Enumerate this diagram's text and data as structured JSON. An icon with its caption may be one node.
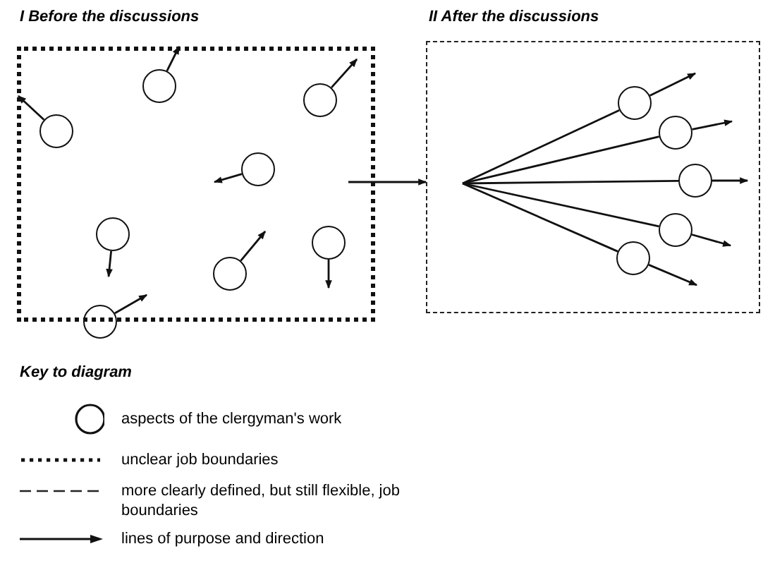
{
  "diagram": {
    "nodes": [
      {
        "text": [
          "I Before the discussions"
        ]
      },
      {
        "text": [],
        "shape": "circle",
        "in": 0
      },
      {
        "text": [],
        "shape": "circle",
        "in": 0
      },
      {
        "text": [],
        "shape": "circle",
        "in": 0
      },
      {
        "text": [],
        "shape": "circle",
        "in": 0
      },
      {
        "text": [],
        "shape": "circle",
        "in": 0
      },
      {
        "text": [],
        "shape": "circle",
        "in": 0
      },
      {
        "text": [],
        "shape": "circle",
        "in": 0
      },
      {
        "text": [],
        "shape": "circle",
        "in": 0
      },
      {
        "text": [
          "II After the discussions"
        ]
      },
      {
        "text": [],
        "shape": "circle",
        "in": 9
      },
      {
        "text": [],
        "shape": "circle",
        "in": 9
      },
      {
        "text": [],
        "shape": "circle",
        "in": 9
      },
      {
        "text": [],
        "shape": "circle",
        "in": 9
      },
      {
        "text": [],
        "shape": "circle",
        "in": 9
      }
    ],
    "edges": [
      {
        "from": 1,
        "to": null,
        "arrow": "to"
      },
      {
        "from": 2,
        "to": null,
        "arrow": "to"
      },
      {
        "from": 3,
        "to": null,
        "arrow": "to"
      },
      {
        "from": 4,
        "to": null,
        "arrow": "to"
      },
      {
        "from": 5,
        "to": null,
        "arrow": "to"
      },
      {
        "from": 6,
        "to": null,
        "arrow": "to"
      },
      {
        "from": 7,
        "to": null,
        "arrow": "to"
      },
      {
        "from": 8,
        "to": null,
        "arrow": "to"
      },
      {
        "from": 0,
        "to": 9,
        "arrow": "to"
      },
      {
        "from": null,
        "to": 10,
        "arrow": "none"
      },
      {
        "from": 10,
        "to": null,
        "arrow": "to"
      },
      {
        "from": null,
        "to": 11,
        "arrow": "none"
      },
      {
        "from": 11,
        "to": null,
        "arrow": "to"
      },
      {
        "from": null,
        "to": 12,
        "arrow": "none"
      },
      {
        "from": 12,
        "to": null,
        "arrow": "to"
      },
      {
        "from": null,
        "to": 13,
        "arrow": "none"
      },
      {
        "from": 13,
        "to": null,
        "arrow": "to"
      },
      {
        "from": null,
        "to": 14,
        "arrow": "none"
      },
      {
        "from": 14,
        "to": null,
        "arrow": "to"
      }
    ],
    "labels": [
      "Key to diagram"
    ],
    "legend": [
      {
        "text": "aspects of the clergyman's work"
      },
      {
        "text": "unclear job boundaries"
      },
      {
        "text": "more clearly defined, but still flexible, job boundaries"
      },
      {
        "text": "lines of purpose and direction"
      }
    ]
  }
}
